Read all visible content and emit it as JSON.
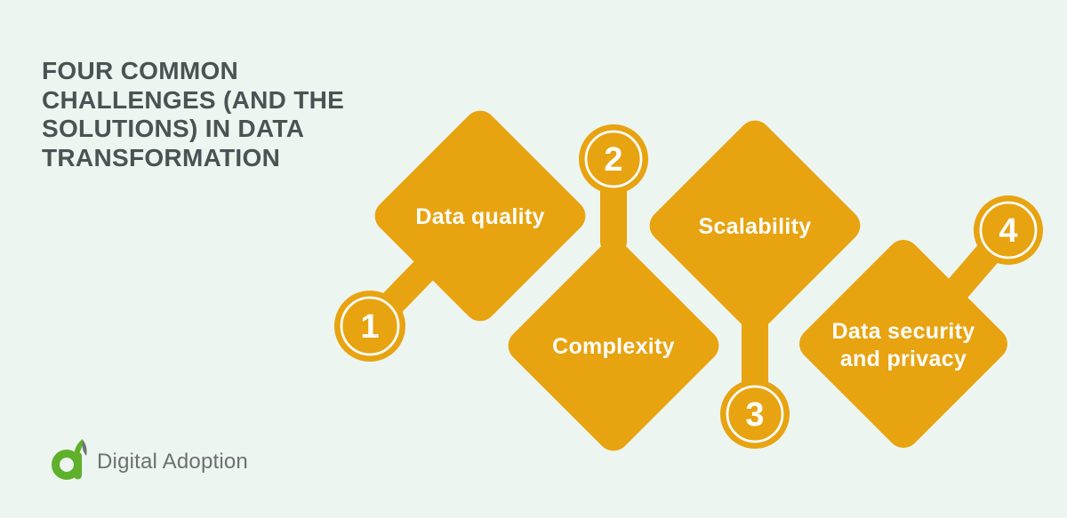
{
  "title": "FOUR COMMON\nCHALLENGES (AND THE\nSOLUTIONS) IN DATA\nTRANSFORMATION",
  "diagram": {
    "items": [
      {
        "number": "1",
        "label": "Data quality"
      },
      {
        "number": "2",
        "label": "Complexity"
      },
      {
        "number": "3",
        "label": "Scalability"
      },
      {
        "number": "4",
        "label_line1": "Data security",
        "label_line2": "and privacy"
      }
    ]
  },
  "footer": {
    "brand": "Digital Adoption"
  },
  "colors": {
    "background": "#EDF5F0",
    "accent_orange": "#E7A310",
    "title_text": "#4B5253",
    "shape_text": "#FFFFFF",
    "brand_green": "#5FB02B",
    "brand_text": "#6C7071"
  }
}
